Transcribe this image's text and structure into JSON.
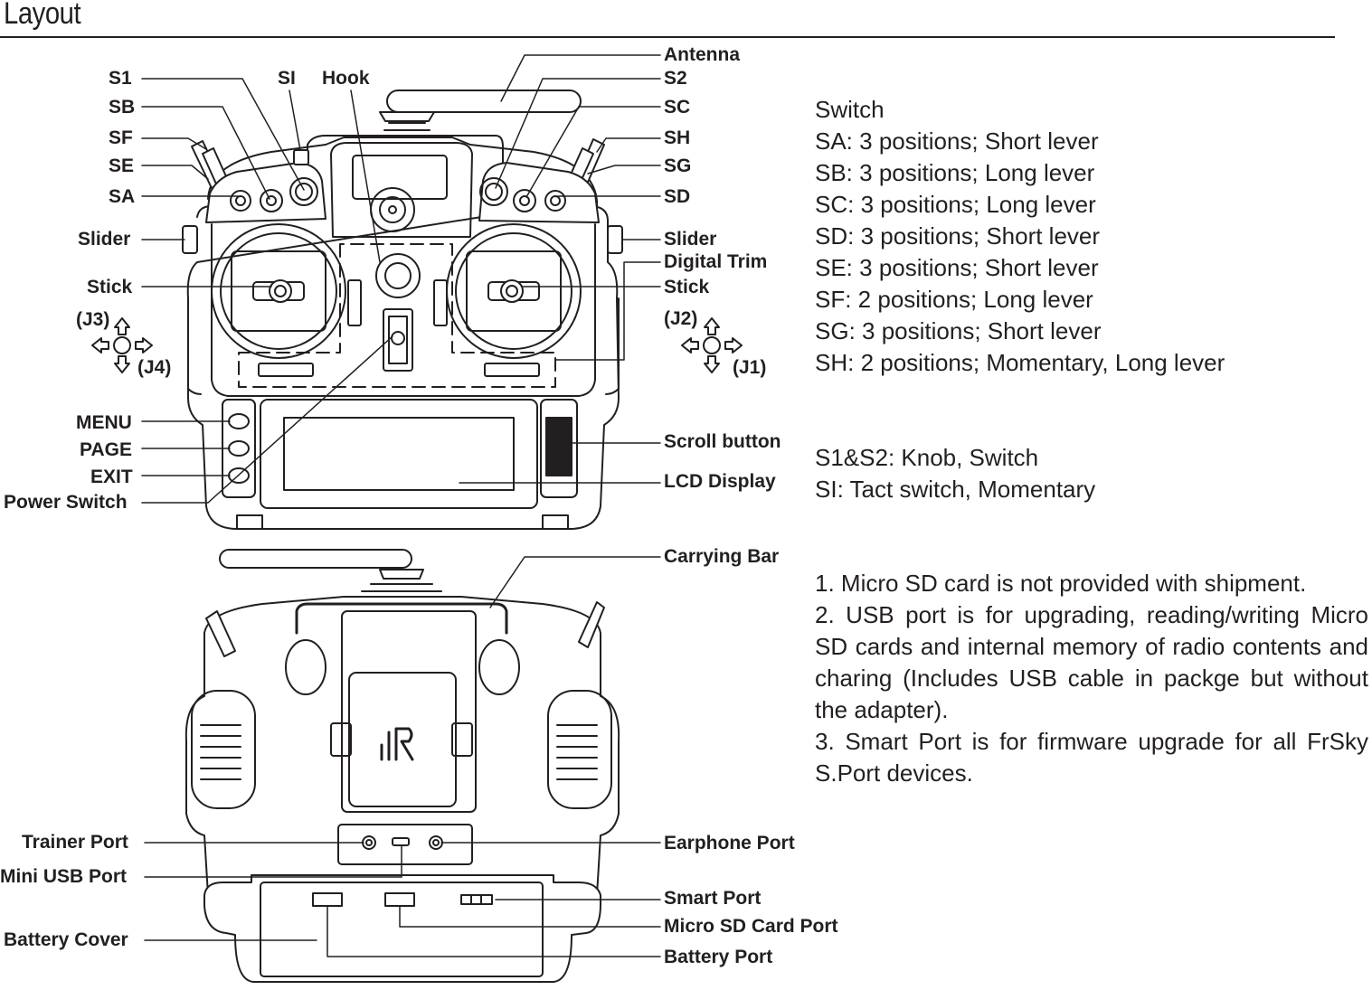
{
  "title": "Layout",
  "labels": {
    "s1": "S1",
    "si": "SI",
    "hook": "Hook",
    "antenna": "Antenna",
    "s2": "S2",
    "sb": "SB",
    "sc": "SC",
    "sf": "SF",
    "sh": "SH",
    "se": "SE",
    "sg": "SG",
    "sa": "SA",
    "sd": "SD",
    "slider_left": "Slider",
    "slider_right": "Slider",
    "digital_trim": "Digital Trim",
    "stick_left": "Stick",
    "stick_right": "Stick",
    "j3": "(J3)",
    "j4": "(J4)",
    "j2": "(J2)",
    "j1": "(J1)",
    "menu": "MENU",
    "page": "PAGE",
    "exit": "EXIT",
    "power_switch": "Power Switch",
    "scroll_button": "Scroll button",
    "lcd_display": "LCD Display",
    "carrying_bar": "Carrying Bar",
    "trainer_port": "Trainer Port",
    "mini_usb_port": "Mini USB Port",
    "battery_cover": "Battery Cover",
    "earphone_port": "Earphone Port",
    "smart_port": "Smart Port",
    "micro_sd_card_port": "Micro SD Card Port",
    "battery_port": "Battery Port"
  },
  "switch_info": {
    "heading": "Switch",
    "lines": [
      "SA: 3 positions; Short lever",
      "SB: 3 positions; Long lever",
      "SC: 3 positions; Long lever",
      "SD: 3 positions; Short lever",
      "SE: 3 positions; Short lever",
      "SF: 2 positions; Long lever",
      "SG: 3 positions; Short lever",
      "SH: 2 positions; Momentary, Long lever"
    ]
  },
  "knob_info": {
    "lines": [
      "S1&S2: Knob, Switch",
      "SI: Tact switch, Momentary"
    ]
  },
  "notes": [
    "1.  Micro SD card is not provided with shipment.",
    "2.  USB port is for upgrading, reading/writing Micro SD cards and internal memory of radio contents and charing (Includes USB cable in packge but without the adapter).",
    "3.  Smart Port is for firmware upgrade for all FrSky S.Port devices."
  ]
}
